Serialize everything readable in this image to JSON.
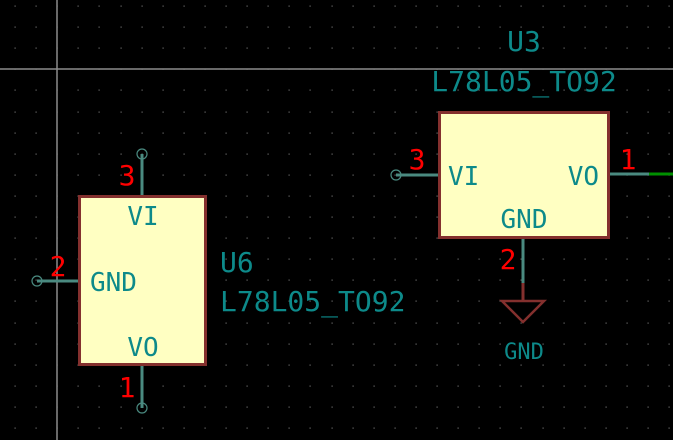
{
  "app": "schematic-editor",
  "colors": {
    "background": "#000000",
    "grid": "#6a6a6a",
    "body_fill": "#ffffc2",
    "body_stroke": "#84302e",
    "text": "#0d8a8a",
    "pin_number": "#ff0000",
    "pin_line": "#4a8a80",
    "wire": "#009000",
    "crosshair": "#8c8c8c"
  },
  "components": [
    {
      "id": "U3",
      "reference": "U3",
      "value": "L78L05_TO92",
      "pins": [
        {
          "number": "3",
          "name": "VI"
        },
        {
          "number": "1",
          "name": "VO"
        },
        {
          "number": "2",
          "name": "GND"
        }
      ]
    },
    {
      "id": "U6",
      "reference": "U6",
      "value": "L78L05_TO92",
      "pins": [
        {
          "number": "3",
          "name": "VI"
        },
        {
          "number": "2",
          "name": "GND"
        },
        {
          "number": "1",
          "name": "VO"
        }
      ]
    }
  ],
  "power_symbols": [
    {
      "label": "GND"
    }
  ]
}
